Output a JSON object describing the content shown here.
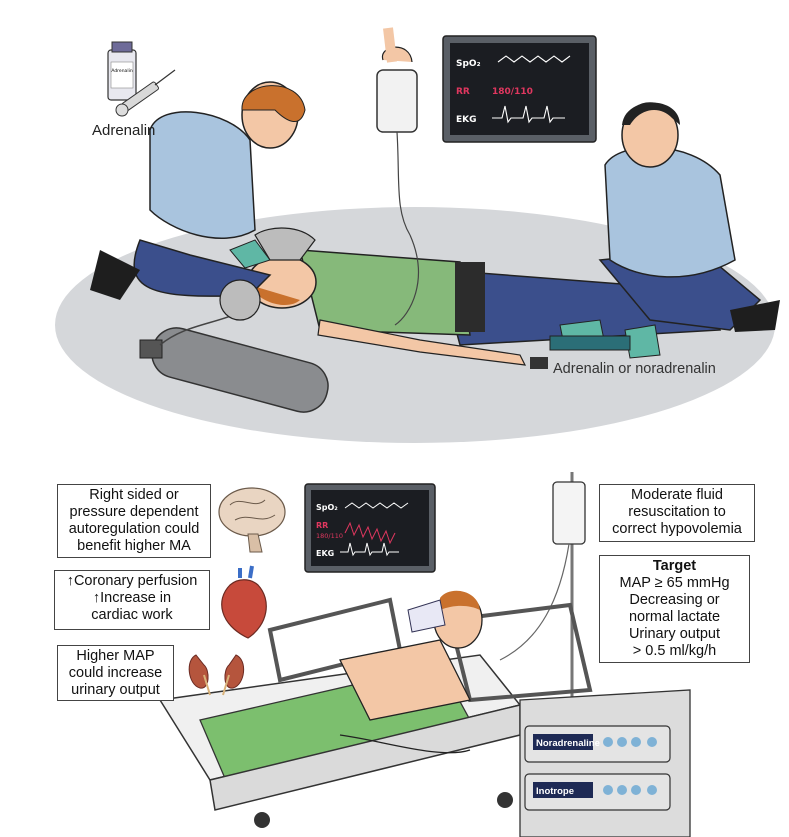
{
  "top_scene": {
    "vial_label": "Adrenalin",
    "adrenalin_label": "Adrenalin",
    "syringe_label": "Adrenalin or noradrenalin",
    "monitor": {
      "spo2": "SpO₂",
      "rr": "RR",
      "rr_value": "180/110",
      "ekg": "EKG"
    }
  },
  "bottom_scene": {
    "monitor": {
      "spo2": "SpO₂",
      "rr": "RR",
      "rr_value": "180/110",
      "ekg": "EKG"
    },
    "brain_box": [
      "Right sided or",
      "pressure dependent",
      "autoregulation could",
      "benefit higher MA"
    ],
    "heart_box": [
      "↑Coronary perfusion",
      "↑Increase in",
      "cardiac work"
    ],
    "kidney_box": [
      "Higher MAP",
      "could increase",
      "urinary output"
    ],
    "fluid_box": [
      "Moderate fluid",
      "resuscitation to",
      "correct hypovolemia"
    ],
    "target_box": {
      "title": "Target",
      "lines": [
        "MAP ≥ 65 mmHg",
        "Decreasing or",
        "normal lactate",
        "Urinary output",
        "> 0.5 ml/kg/h"
      ]
    },
    "pump_1_label": "Noradrenaline",
    "pump_2_label": "Inotrope"
  },
  "colors": {
    "floor_shadow": "#d4d6d9",
    "scrub_blue": "#a9c4de",
    "pants_blue": "#3b4f8c",
    "patient_shirt": "#86b97a",
    "blanket_green": "#7cbf6e",
    "glove_teal": "#5fb7a5",
    "skin": "#f3c7a6",
    "hair_orange": "#c9712d",
    "monitor_frame": "#5a5f66",
    "monitor_screen": "#1b1d22",
    "rr_red": "#e0375f"
  }
}
